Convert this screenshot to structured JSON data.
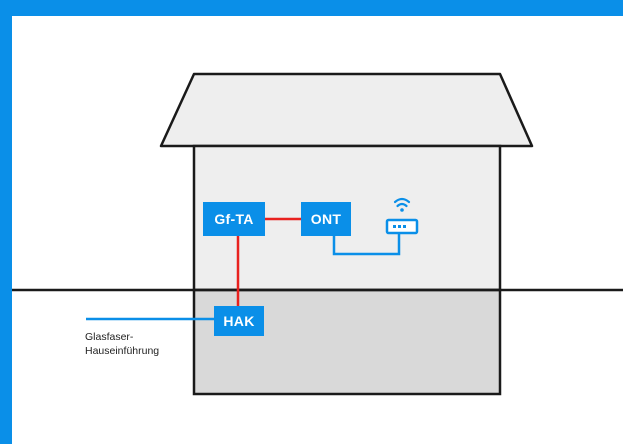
{
  "colors": {
    "frame": "#0a8fe8",
    "node_fill": "#0a8fe8",
    "fiber_line": "#e8211e",
    "network_line": "#0a8fe8",
    "house_fill_upper": "#eeeeee",
    "house_fill_basement": "#d9d9d9",
    "outline": "#1a1a1a"
  },
  "nodes": {
    "gfta": "Gf-TA",
    "ont": "ONT",
    "hak": "HAK"
  },
  "labels": {
    "entry_line1": "Glasfaser-",
    "entry_line2": "Hauseinführung"
  },
  "icons": {
    "router": "wifi-router-icon"
  }
}
